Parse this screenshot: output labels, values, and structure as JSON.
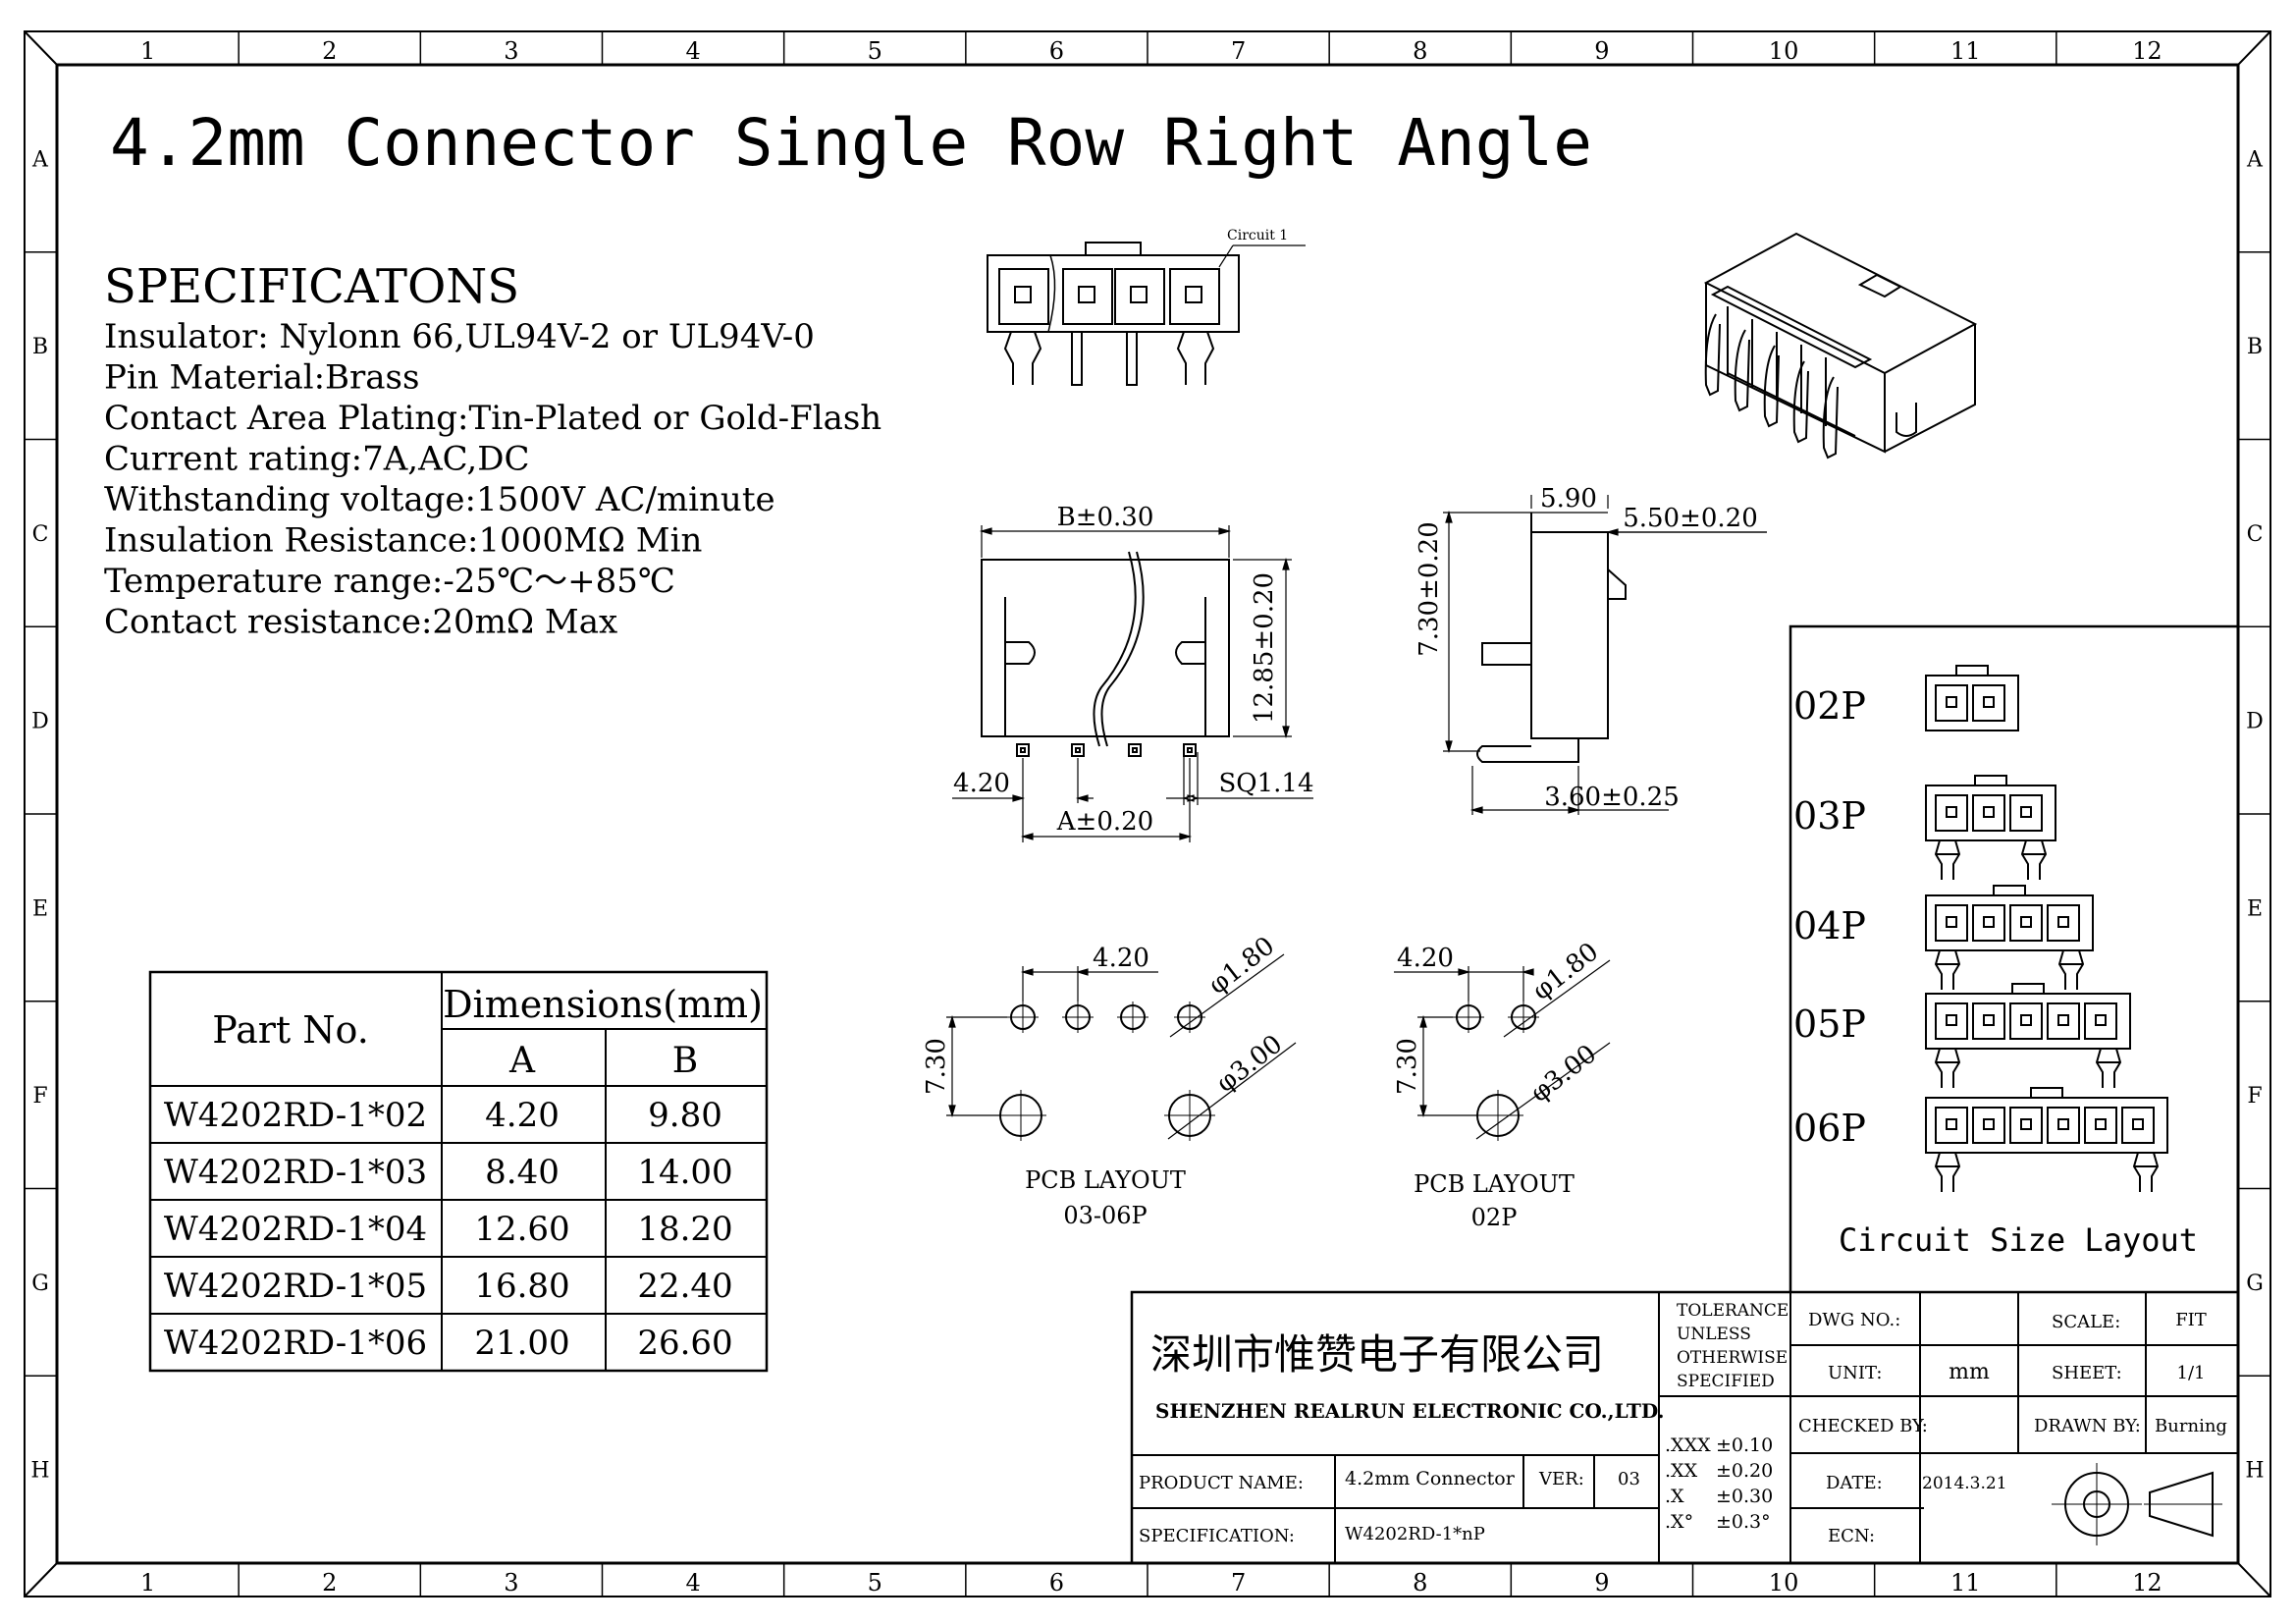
{
  "sheet": {
    "title": "4.2mm Connector Single Row Right Angle",
    "col_labels": [
      "1",
      "2",
      "3",
      "4",
      "5",
      "6",
      "7",
      "8",
      "9",
      "10",
      "11",
      "12"
    ],
    "row_labels": [
      "A",
      "B",
      "C",
      "D",
      "E",
      "F",
      "G",
      "H"
    ]
  },
  "specifications": {
    "heading": "SPECIFICATONS",
    "lines": [
      "Insulator: Nylonn 66,UL94V-2 or UL94V-0",
      "Pin Material:Brass",
      "Contact Area Plating:Tin-Plated or Gold-Flash",
      "Current rating:7A,AC,DC",
      "Withstanding voltage:1500V AC/minute",
      "Insulation Resistance:1000MΩ Min",
      "Temperature range:-25℃～+85℃",
      "Contact resistance:20mΩ Max"
    ]
  },
  "views": {
    "circuit_1_label": "Circuit 1",
    "front": {
      "dim_b": "B±0.30",
      "dim_height": "12.85±0.20",
      "dim_pitch": "4.20",
      "dim_sq": "SQ1.14",
      "dim_a": "A±0.20"
    },
    "side": {
      "dim_590": "5.90",
      "dim_550": "5.50±0.20",
      "dim_730": "7.30±0.20",
      "dim_360": "3.60±0.25"
    },
    "pcb_03_06": {
      "pitch": "4.20",
      "hole_small": "φ1.80",
      "hole_large": "φ3.00",
      "offset": "7.30",
      "caption_1": "PCB LAYOUT",
      "caption_2": "03-06P"
    },
    "pcb_02": {
      "pitch": "4.20",
      "hole_small": "φ1.80",
      "hole_large": "φ3.00",
      "offset": "7.30",
      "caption_1": "PCB LAYOUT",
      "caption_2": "02P"
    }
  },
  "dimension_table": {
    "header_part": "Part No.",
    "header_dims": "Dimensions(mm)",
    "header_a": "A",
    "header_b": "B",
    "rows": [
      {
        "part": "W4202RD-1*02",
        "a": "4.20",
        "b": "9.80"
      },
      {
        "part": "W4202RD-1*03",
        "a": "8.40",
        "b": "14.00"
      },
      {
        "part": "W4202RD-1*04",
        "a": "12.60",
        "b": "18.20"
      },
      {
        "part": "W4202RD-1*05",
        "a": "16.80",
        "b": "22.40"
      },
      {
        "part": "W4202RD-1*06",
        "a": "21.00",
        "b": "26.60"
      }
    ]
  },
  "circuit_layout": {
    "title": "Circuit Size Layout",
    "items": [
      {
        "label": "02P",
        "pins": 2
      },
      {
        "label": "03P",
        "pins": 3
      },
      {
        "label": "04P",
        "pins": 4
      },
      {
        "label": "05P",
        "pins": 5
      },
      {
        "label": "06P",
        "pins": 6
      }
    ]
  },
  "title_block": {
    "company_cn": "深圳市惟赞电子有限公司",
    "company_en": "SHENZHEN REALRUN ELECTRONIC CO.,LTD.",
    "tolerance": [
      "TOLERANCE",
      "UNLESS",
      "OTHERWISE",
      "SPECIFIED"
    ],
    "tol_values": [
      {
        "k": ".XXX",
        "v": "±0.10"
      },
      {
        "k": ".XX",
        "v": "±0.20"
      },
      {
        "k": ".X",
        "v": "±0.30"
      },
      {
        "k": ".X°",
        "v": "±0.3°"
      }
    ],
    "dwg_no_label": "DWG NO.:",
    "dwg_no_value": "",
    "scale_label": "SCALE:",
    "scale_value": "FIT",
    "unit_label": "UNIT:",
    "unit_value": "mm",
    "sheet_label": "SHEET:",
    "sheet_value": "1/1",
    "checked_label": "CHECKED BY:",
    "checked_value": "",
    "drawn_label": "DRAWN BY:",
    "drawn_value": "Burning",
    "date_label": "DATE:",
    "date_value": "2014.3.21",
    "ecn_label": "ECN:",
    "ecn_value": "",
    "product_label": "PRODUCT NAME:",
    "product_value": "4.2mm Connector",
    "ver_label": "VER:",
    "ver_value": "03",
    "spec_label": "SPECIFICATION:",
    "spec_value": "W4202RD-1*nP"
  }
}
